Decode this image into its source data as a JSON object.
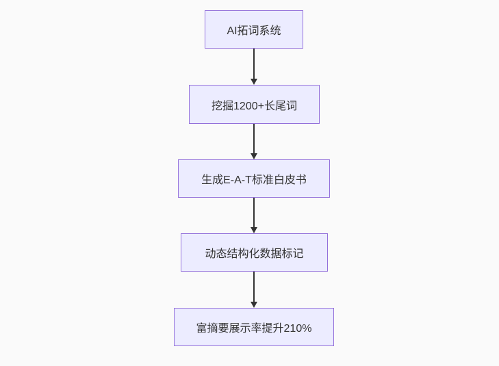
{
  "diagram": {
    "type": "flowchart-vertical",
    "colors": {
      "background": "#fafafa",
      "node_fill": "#ececff",
      "node_border": "#9370db",
      "node_text": "#333333",
      "arrow": "#333333"
    },
    "nodes": [
      {
        "label": "AI拓词系统"
      },
      {
        "label": "挖掘1200+长尾词"
      },
      {
        "label": "生成E-A-T标准白皮书"
      },
      {
        "label": "动态结构化数据标记"
      },
      {
        "label": "富摘要展示率提升210%"
      }
    ],
    "edges": [
      {
        "from": 0,
        "to": 1
      },
      {
        "from": 1,
        "to": 2
      },
      {
        "from": 2,
        "to": 3
      },
      {
        "from": 3,
        "to": 4
      }
    ]
  }
}
